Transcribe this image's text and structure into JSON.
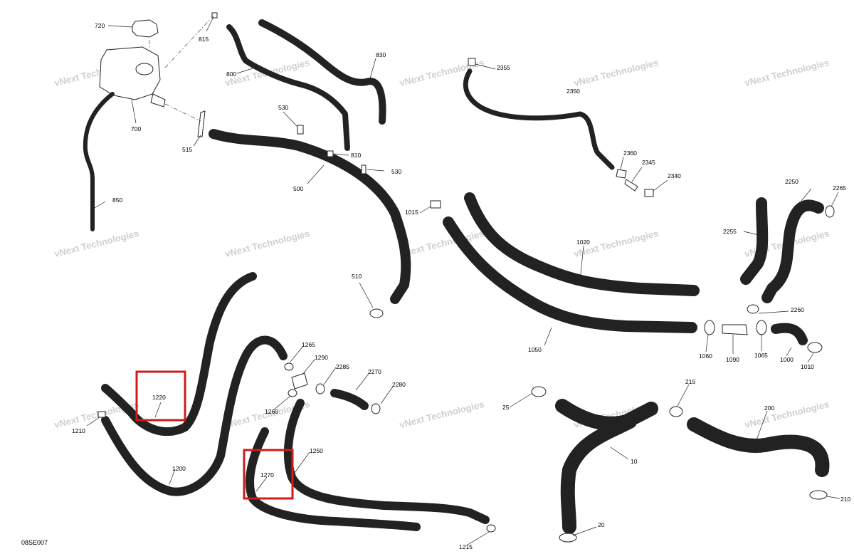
{
  "diagram_code": "08SE007",
  "watermark": "vNext Technologies",
  "highlight_color": "#d11a1a",
  "labels": {
    "l720": "720",
    "l815": "815",
    "l800": "800",
    "l830": "830",
    "l700": "700",
    "l530a": "530",
    "l530b": "530",
    "l515": "515",
    "l810": "810",
    "l500": "500",
    "l850": "850",
    "l1015": "1015",
    "l510": "510",
    "l2355": "2355",
    "l2350": "2350",
    "l2360": "2360",
    "l2345": "2345",
    "l2340": "2340",
    "l2250": "2250",
    "l2265": "2265",
    "l2255": "2255",
    "l1020": "1020",
    "l1050": "1050",
    "l2260": "2260",
    "l1060": "1060",
    "l1090": "1090",
    "l1065": "1065",
    "l1000": "1000",
    "l1010": "1010",
    "l1220": "1220",
    "l1210": "1210",
    "l1200": "1200",
    "l1265": "1265",
    "l1290": "1290",
    "l2285": "2285",
    "l2270": "2270",
    "l2280": "2280",
    "l1260": "1260",
    "l1250": "1250",
    "l1270": "1270",
    "l1215": "1215",
    "l25": "25",
    "l10": "10",
    "l20": "20",
    "l215": "215",
    "l200": "200",
    "l210": "210"
  }
}
